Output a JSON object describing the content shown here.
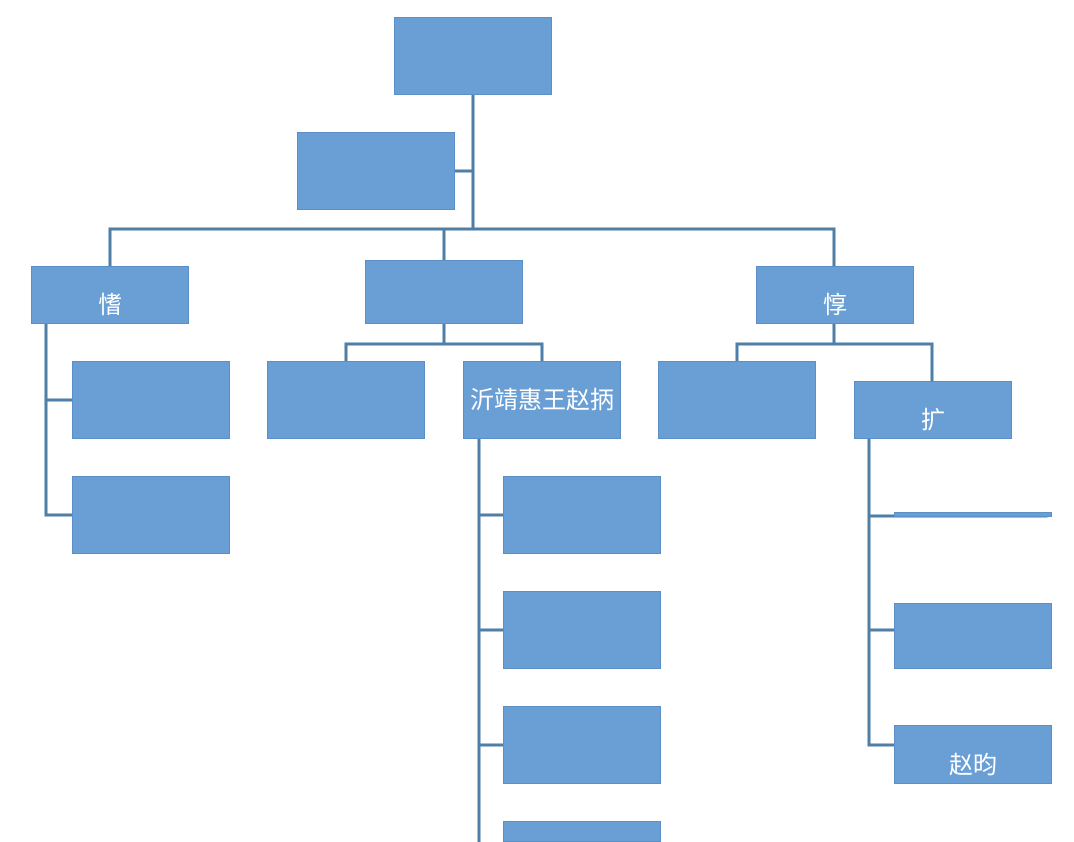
{
  "diagram": {
    "type": "org-tree",
    "colors": {
      "node_fill": "#6a9fd6",
      "node_border": "#5b8fc5",
      "connector": "#4f7fa6",
      "text": "#ffffff"
    },
    "nodes": [
      {
        "id": "root",
        "label": ""
      },
      {
        "id": "consort",
        "label": ""
      },
      {
        "id": "child-1",
        "label": "愭"
      },
      {
        "id": "child-2",
        "label": ""
      },
      {
        "id": "child-3",
        "label": "惇"
      },
      {
        "id": "gc-1-1",
        "label": ""
      },
      {
        "id": "gc-1-2",
        "label": ""
      },
      {
        "id": "gc-2-1",
        "label": ""
      },
      {
        "id": "gc-2-2",
        "label": "沂靖惠王赵抦"
      },
      {
        "id": "gc-3-1",
        "label": ""
      },
      {
        "id": "gc-3-2",
        "label": "扩"
      },
      {
        "id": "ggc-2-2-1",
        "label": ""
      },
      {
        "id": "ggc-2-2-2",
        "label": ""
      },
      {
        "id": "ggc-2-2-3",
        "label": ""
      },
      {
        "id": "ggc-2-2-4",
        "label": ""
      },
      {
        "id": "ggc-3-2-1",
        "label": ""
      },
      {
        "id": "ggc-3-2-2",
        "label": ""
      },
      {
        "id": "ggc-3-2-3",
        "label": "赵昀"
      }
    ]
  }
}
